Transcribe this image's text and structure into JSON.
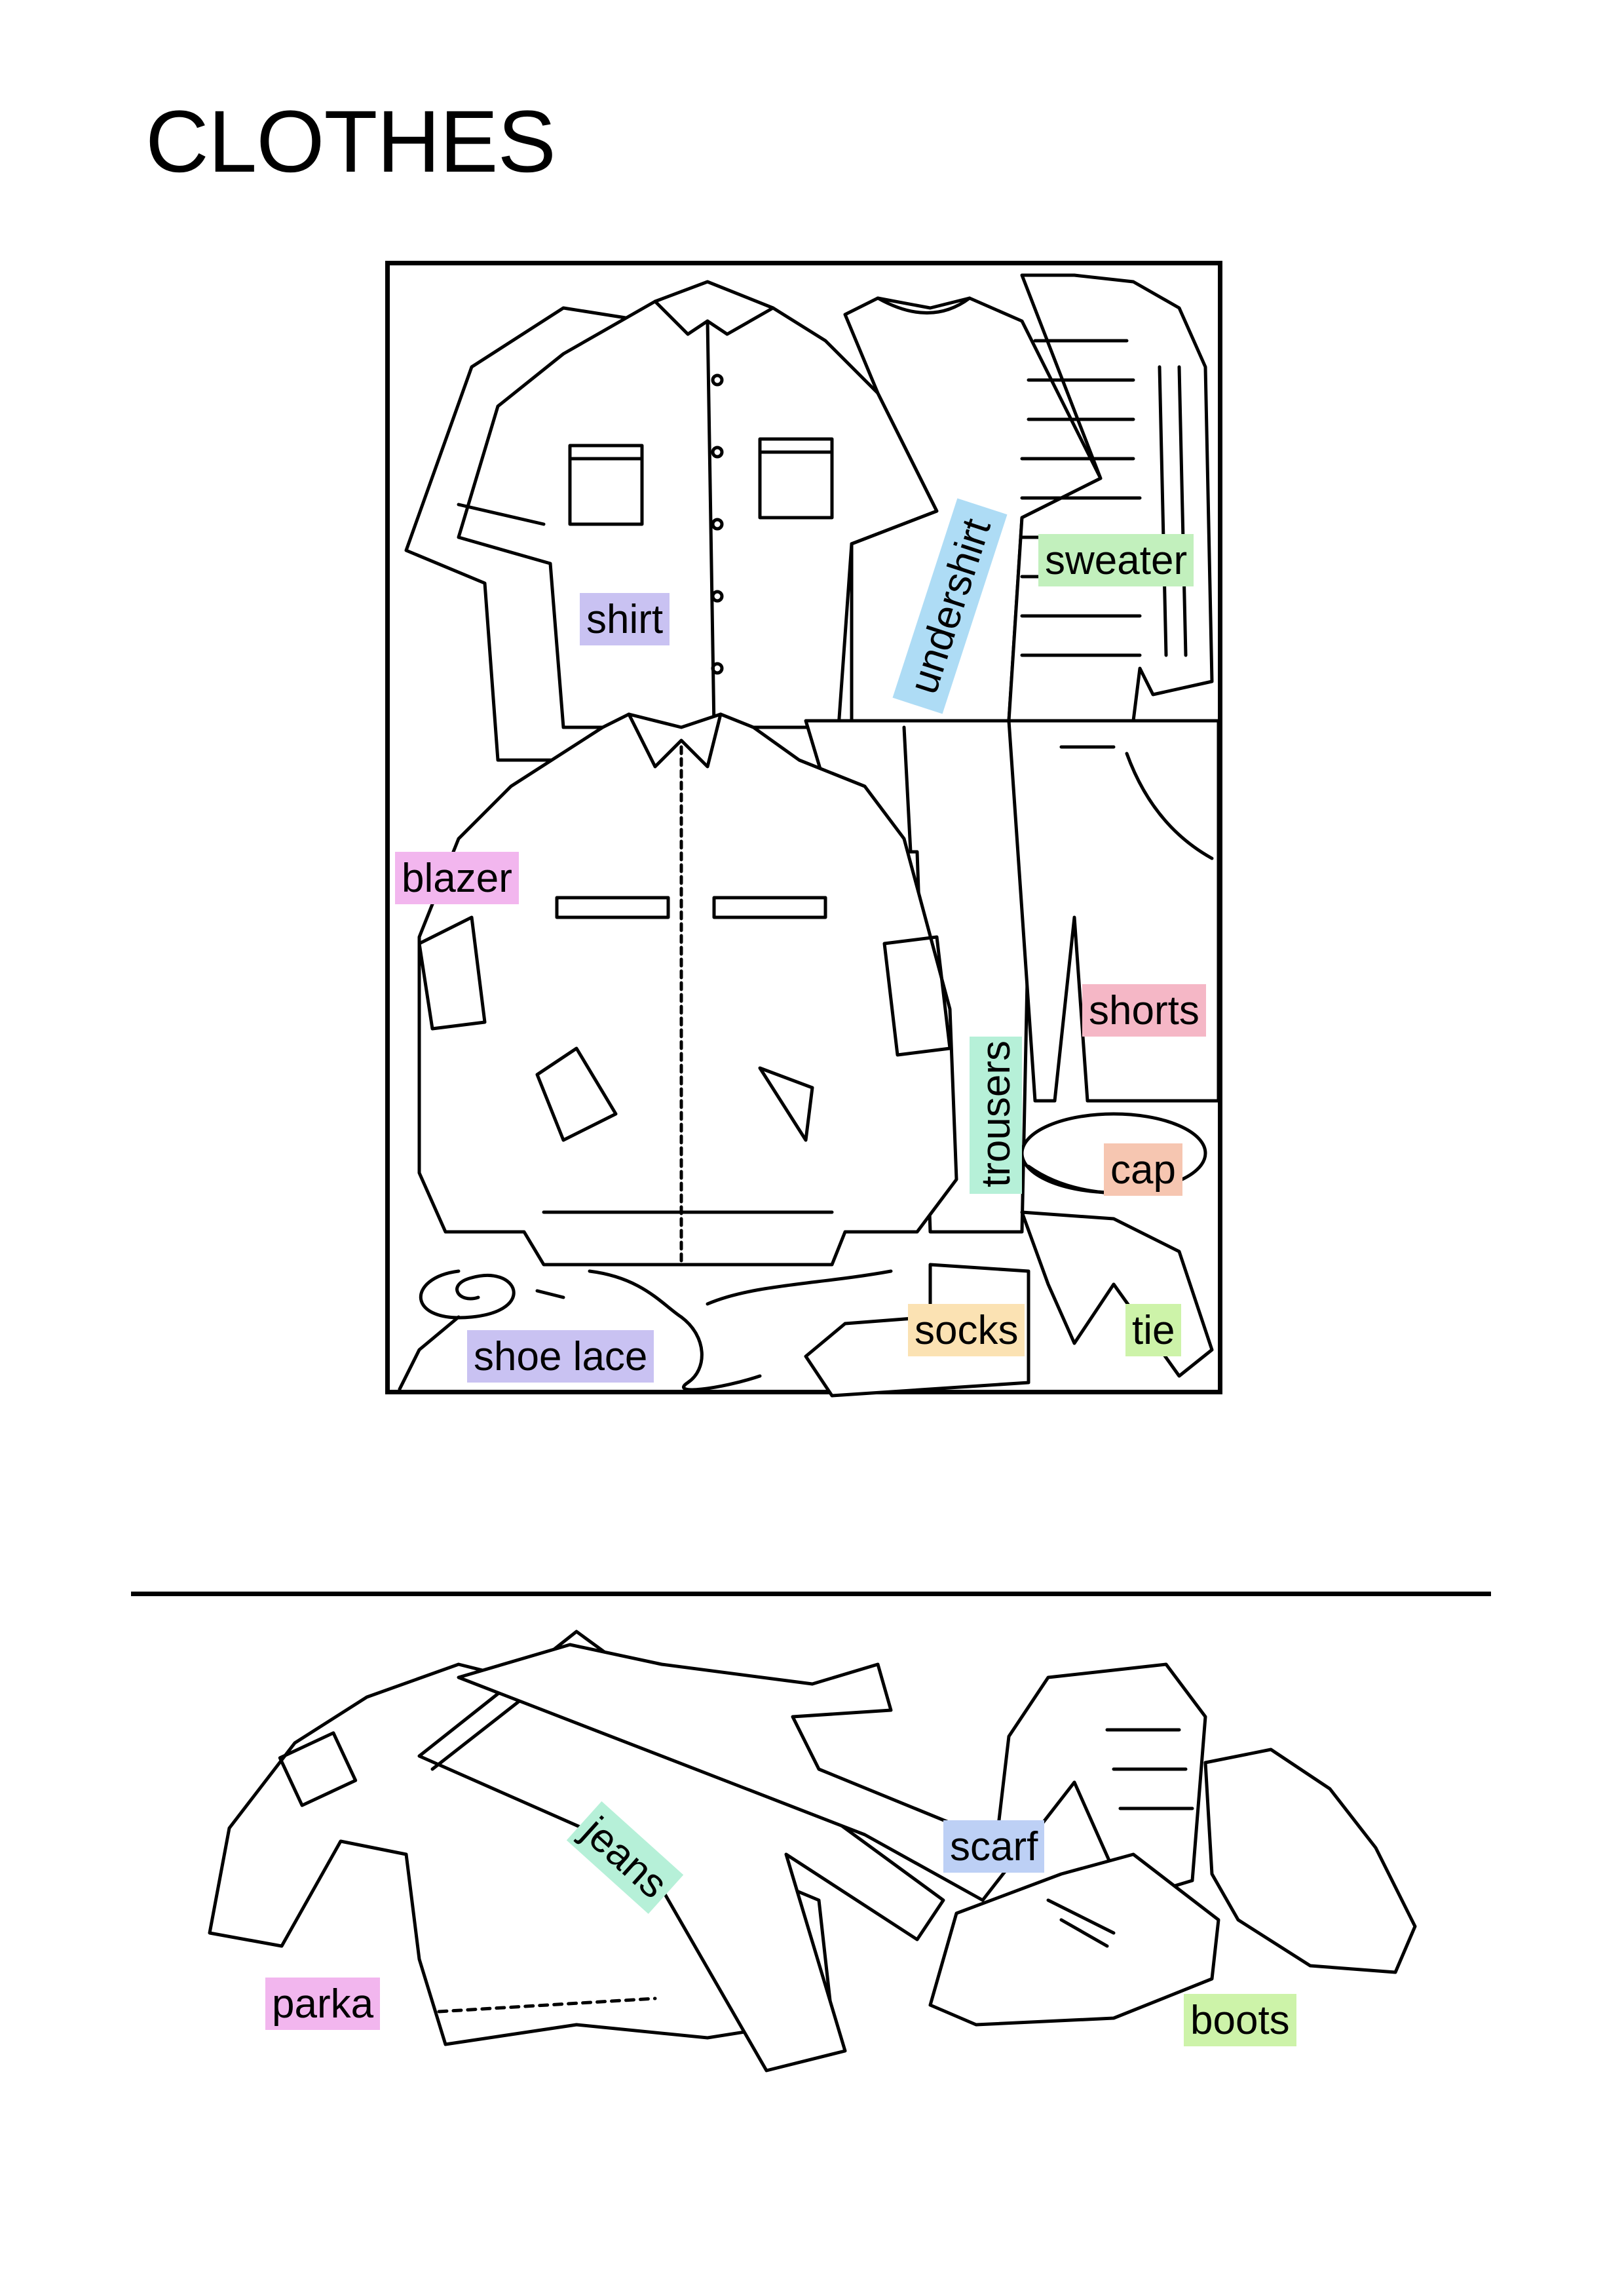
{
  "title": "CLOTHES",
  "labels": {
    "shirt": "shirt",
    "undershirt": "undershirt",
    "sweater": "sweater",
    "blazer": "blazer",
    "shorts": "shorts",
    "trousers": "trousers",
    "cap": "cap",
    "socks": "socks",
    "tie": "tie",
    "shoe_lace": "shoe lace",
    "jeans": "jeans",
    "scarf": "scarf",
    "parka": "parka",
    "boots": "boots"
  },
  "colors": {
    "violet": "#c9c2f2",
    "blue": "#aedcf5",
    "green": "#c2f0bd",
    "pink": "#f2b6ee",
    "rose": "#f5b7c6",
    "mint": "#b6f0d8",
    "peach": "#f6c6b1",
    "tan": "#fbe2b3",
    "lightgreen": "#cdf3a9",
    "periwinkle": "#bdd0f5"
  }
}
